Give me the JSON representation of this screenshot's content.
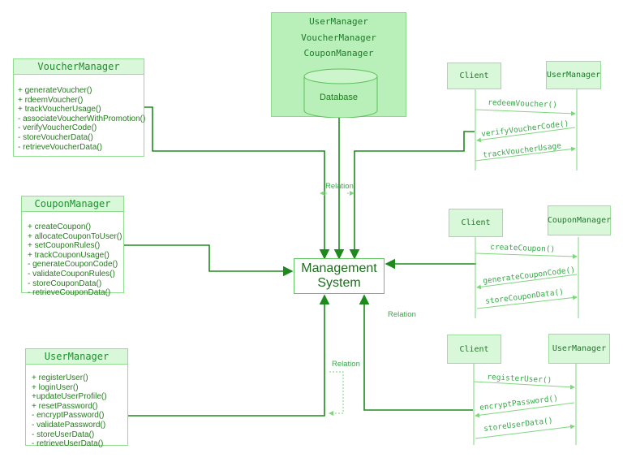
{
  "top_box": {
    "lines": [
      "UserManager",
      "VoucherManager",
      "CouponManager"
    ],
    "database_label": "Database"
  },
  "voucher_manager": {
    "title": "VoucherManager",
    "members": [
      "+ generateVoucher()",
      "+ rdeemVoucher()",
      "+ trackVoucherUsage()",
      "- associateVoucherWithPromotion()",
      "- verifyVoucherCode()",
      "- storeVoucherData()",
      "- retrieveVoucherData()"
    ]
  },
  "coupon_manager": {
    "title": "CouponManager",
    "members": [
      "+ createCoupon()",
      "+ allocateCouponToUser()",
      "+ setCouponRules()",
      "+ trackCouponUsage()",
      "- generateCouponCode()",
      "- validateCouponRules()",
      "- storeCouponData()",
      "- retrieveCouponData()"
    ]
  },
  "user_manager": {
    "title": "UserManager",
    "members": [
      "+ registerUser()",
      "+ loginUser()",
      "+updateUserProfile()",
      "+ resetPassword()",
      "- encryptPassword()",
      "- validatePassword()",
      "- storeUserData()",
      "- retrieveUserData()"
    ]
  },
  "management_system": {
    "line1": "Management",
    "line2": "System"
  },
  "relations": {
    "r1": "Relation",
    "r2": "Relation",
    "r3": "Relation"
  },
  "seq_voucher": {
    "left": "Client",
    "right": "UserManager",
    "messages": [
      "redeemVoucher()",
      "verifyVoucherCode()",
      "trackVoucherUsage"
    ]
  },
  "seq_coupon": {
    "left": "Client",
    "right": "CouponManager",
    "messages": [
      "createCoupon()",
      "generateCouponCode()",
      "storeCouponData()"
    ]
  },
  "seq_user": {
    "left": "Client",
    "right": "UserManager",
    "messages": [
      "registerUser()",
      "encryptPassword()",
      "storeUserData()"
    ]
  },
  "colors": {
    "line": "#1e8a1e",
    "light_line": "#7fd67f",
    "fill": "#b9f0b9",
    "title_fill": "#d9f7d9"
  }
}
